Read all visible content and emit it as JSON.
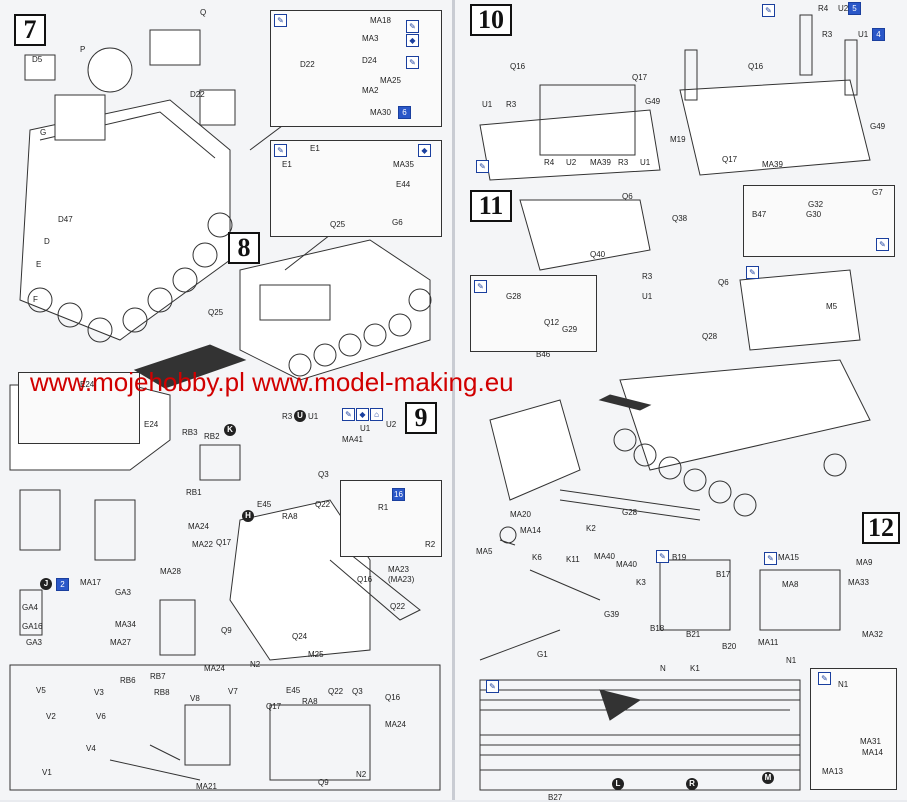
{
  "steps": [
    "7",
    "8",
    "9",
    "10",
    "11",
    "12"
  ],
  "watermark": "www.mojehobby.pl www.model-making.eu",
  "colors": {
    "watermark": "#d10000",
    "icon_blue": "#2a57c8"
  },
  "icons": [
    "glue-icon",
    "paint-icon",
    "drill-icon"
  ],
  "step7": {
    "labels": [
      "Q",
      "P",
      "D5",
      "D22",
      "G",
      "D47",
      "D",
      "E",
      "F"
    ]
  },
  "step8": {
    "callout1": [
      "MA18",
      "MA3",
      "D24",
      "D22",
      "MA25",
      "MA2",
      "MA30",
      "6"
    ],
    "callout2": [
      "E1",
      "E1",
      "MA35",
      "E44",
      "Q25",
      "G6"
    ],
    "labels": [
      "Q25",
      "E24",
      "E24"
    ]
  },
  "step9": {
    "labels": [
      "R3",
      "U1",
      "MA41",
      "U1",
      "U2",
      "RB3",
      "RB2",
      "RB1",
      "K",
      "H",
      "E45",
      "RA8",
      "Q3",
      "Q22",
      "Q17",
      "R1",
      "16",
      "R2",
      "MA24",
      "MA22",
      "MA28",
      "MA23",
      "(MA23)",
      "Q22",
      "Q16",
      "GA4",
      "GA16",
      "GA3",
      "MA17",
      "GA3",
      "MA34",
      "MA27",
      "2",
      "J",
      "Q9",
      "Q24",
      "M25",
      "N2",
      "MA24",
      "RB6",
      "RB7",
      "RB8",
      "V8",
      "V7",
      "V5",
      "V3",
      "V2",
      "V6",
      "V4",
      "V1",
      "MA21",
      "E45",
      "RA8",
      "Q22",
      "Q3",
      "Q16",
      "Q17",
      "MA24",
      "Q9",
      "N2"
    ]
  },
  "step10": {
    "labels": [
      "Q16",
      "Q17",
      "U1",
      "R3",
      "G49",
      "R4",
      "U2",
      "MA39",
      "R3",
      "U1",
      "R4",
      "U2",
      "5",
      "R3",
      "U1",
      "4",
      "Q16",
      "M19",
      "Q17",
      "G49",
      "MA39"
    ]
  },
  "step11": {
    "labels": [
      "Q6",
      "Q38",
      "Q40",
      "R3",
      "U1",
      "Q6",
      "Q28",
      "G32",
      "G30",
      "G7",
      "B47",
      "M5",
      "G28",
      "Q12",
      "G29",
      "B46",
      "G28"
    ]
  },
  "step12": {
    "labels": [
      "MA20",
      "MA14",
      "MA5",
      "K2",
      "K6",
      "K11",
      "MA40",
      "MA40",
      "K3",
      "G39",
      "G1",
      "B19",
      "B17",
      "B18",
      "B21",
      "B20",
      "MA15",
      "MA8",
      "MA9",
      "MA33",
      "MA11",
      "MA32",
      "N",
      "K1",
      "N1",
      "N1",
      "MA31",
      "MA14",
      "MA13",
      "B27",
      "L",
      "R",
      "M"
    ]
  }
}
